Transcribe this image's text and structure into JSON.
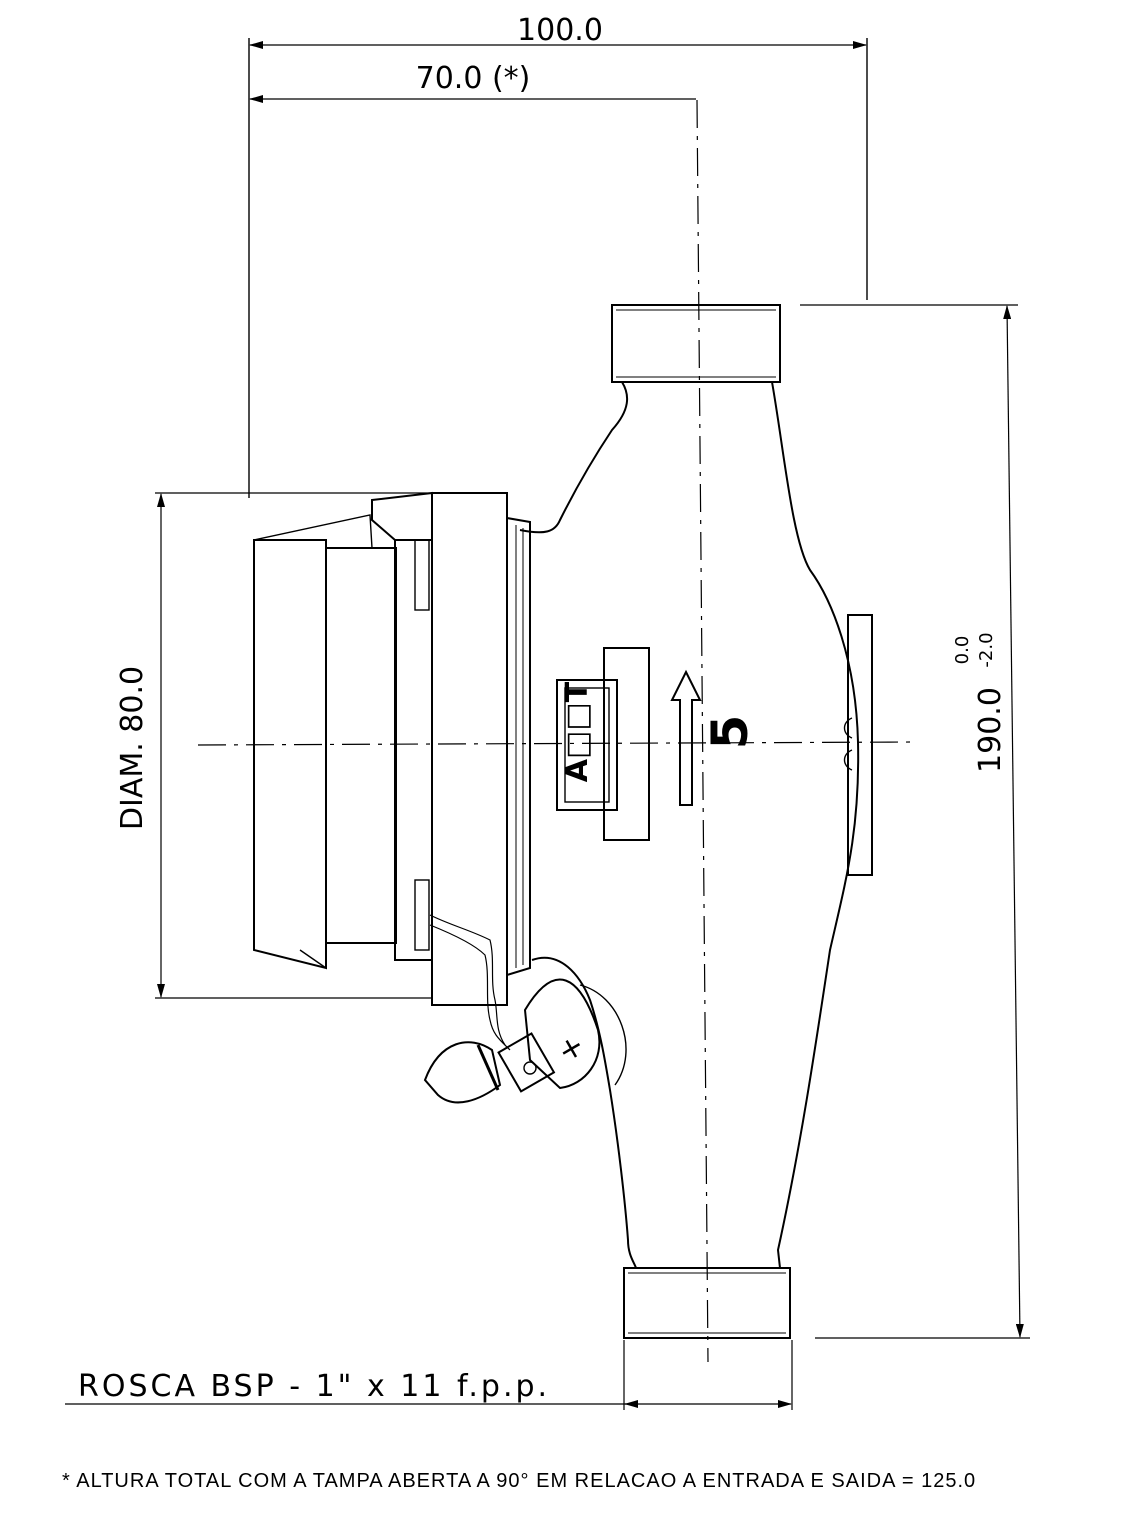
{
  "dimensions": {
    "overall_height": "100.0",
    "height_to_axis": "70.0 (*)",
    "dial_diameter": "DIAM. 80.0",
    "length_nominal": "190.0",
    "tol_upper": "0.0",
    "tol_lower": "-2.0"
  },
  "labels": {
    "thread_spec": "ROSCA BSP - 1\" x 11 f.p.p.",
    "footnote": "* ALTURA TOTAL COM A TAMPA ABERTA A 90° EM RELACAO A ENTRADA E SAIDA = 125.0"
  },
  "body_markings": {
    "model_number": "5",
    "plate_text": "A□□T",
    "cap_symbol": "+"
  },
  "colors": {
    "line": "#000000",
    "background": "#ffffff"
  }
}
